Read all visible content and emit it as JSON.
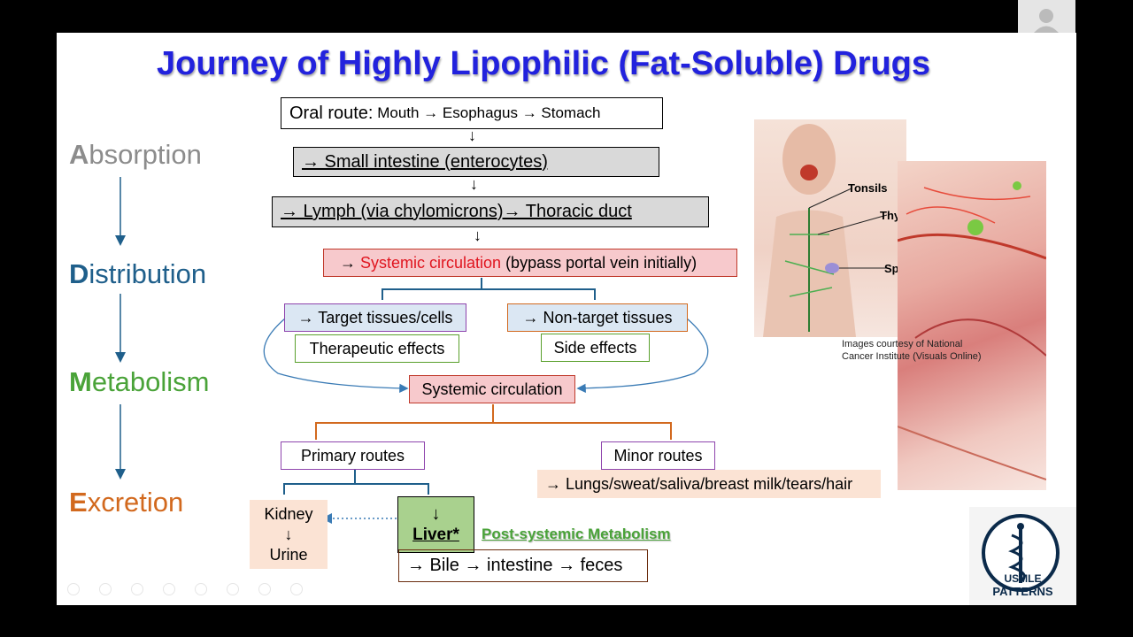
{
  "title": "Journey of Highly Lipophilic (Fat-Soluble) Drugs",
  "stages": [
    {
      "initial": "A",
      "rest": "bsorption",
      "color": "#8c8c8c",
      "initial_color": "#8c8c8c"
    },
    {
      "initial": "D",
      "rest": "istribution",
      "color": "#1f5f8b",
      "initial_color": "#1f5f8b"
    },
    {
      "initial": "M",
      "rest": "etabolism",
      "color": "#4aa339",
      "initial_color": "#4aa339"
    },
    {
      "initial": "E",
      "rest": "xcretion",
      "color": "#d2691e",
      "initial_color": "#d2691e"
    }
  ],
  "flow": {
    "oral_label": "Oral route:",
    "oral_path": " Mouth → Esophagus → Stomach",
    "small_intestine": "→ Small intestine (enterocytes)",
    "lymph": "→ Lymph (via chylomicrons)→ Thoracic duct",
    "sys_arrow": "→ ",
    "sys_red": "Systemic circulation",
    "sys_rest": " (bypass portal vein initially)",
    "target": "→ Target tissues/cells",
    "nontarget": "→ Non-target tissues",
    "therapeutic": "Therapeutic effects",
    "side": "Side effects",
    "systemic2": "Systemic circulation",
    "primary": "Primary routes",
    "minor": "Minor routes",
    "minor_detail": "→ Lungs/sweat/saliva/breast milk/tears/hair",
    "kidney": "Kidney",
    "kidney_arrow": "↓",
    "urine": "Urine",
    "liver_arrow": "↓",
    "liver": "Liver*",
    "post_systemic": "Post-systemic Metabolism",
    "bile": "→ Bile → intestine → feces",
    "down_arrow": "↓"
  },
  "anatomy": {
    "labels": [
      "Tonsils",
      "Thy",
      "Sp"
    ],
    "caption_line1": "Images courtesy of National",
    "caption_line2": "Cancer Institute (Visuals Online)"
  },
  "logo": {
    "line1": "USMLE",
    "line2": "PATTERNS"
  },
  "colors": {
    "title": "#2222dd",
    "accent_red": "#e0151f",
    "green_text": "#4aa339"
  }
}
